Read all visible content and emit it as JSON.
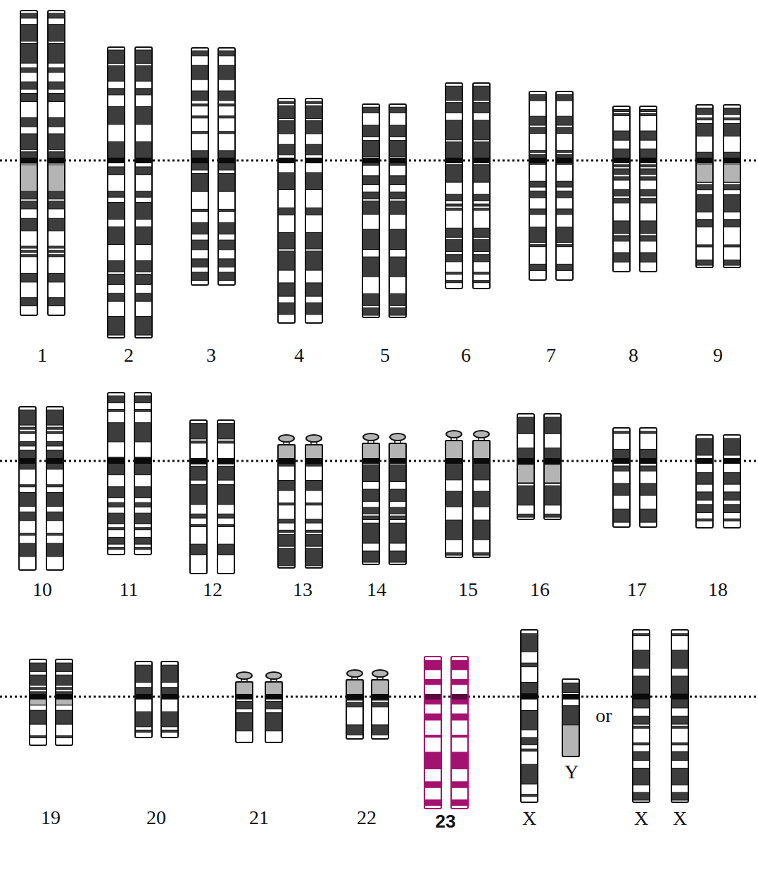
{
  "diagram": {
    "labels": [
      "1",
      "2",
      "3",
      "4",
      "5",
      "6",
      "7",
      "8",
      "9",
      "10",
      "11",
      "12",
      "13",
      "14",
      "15",
      "16",
      "17",
      "18",
      "19",
      "20",
      "21",
      "22",
      "23",
      "X",
      "Y",
      "or",
      "X",
      "X"
    ]
  }
}
